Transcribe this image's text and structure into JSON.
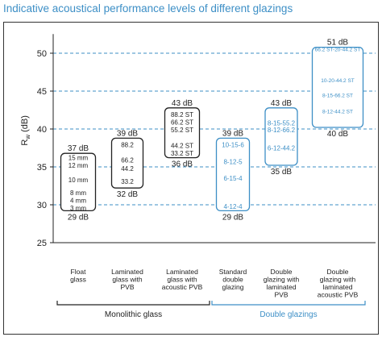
{
  "page": {
    "title": "Indicative acoustical performance levels of different glazings"
  },
  "chart_data": {
    "type": "range",
    "ylabel": "Rw (dB)",
    "ylabel_main": "R",
    "ylabel_sub": "w",
    "ylabel_unit": " (dB)",
    "ylim": [
      25,
      52
    ],
    "yticks": [
      25,
      30,
      35,
      40,
      45,
      50
    ],
    "grid_lines": [
      30,
      35,
      40,
      45,
      50
    ],
    "colors": {
      "monolithic": "#222222",
      "double": "#3d8fc6",
      "axis": "#222222"
    },
    "groups": [
      {
        "name": "Monolithic glass",
        "categories": [
          0,
          1,
          2
        ],
        "color": "monolithic"
      },
      {
        "name": "Double glazings",
        "categories": [
          3,
          4,
          5
        ],
        "color": "double"
      }
    ],
    "categories": [
      {
        "label": [
          "Float",
          "glass"
        ],
        "group": "monolithic",
        "min": 29,
        "max": 37,
        "min_label": "29 dB",
        "max_label": "37 dB",
        "items": [
          {
            "text": "15 mm",
            "value": 36.2
          },
          {
            "text": "12 mm",
            "value": 35.2
          },
          {
            "text": "10 mm",
            "value": 33.3
          },
          {
            "text": "8 mm",
            "value": 31.6
          },
          {
            "text": "4 mm",
            "value": 30.6
          },
          {
            "text": "3 mm",
            "value": 29.6
          }
        ]
      },
      {
        "label": [
          "Laminated",
          "glass with",
          "PVB"
        ],
        "group": "monolithic",
        "min": 32,
        "max": 39,
        "min_label": "32 dB",
        "max_label": "39 dB",
        "items": [
          {
            "text": "88.2",
            "value": 37.9
          },
          {
            "text": "66.2",
            "value": 35.9
          },
          {
            "text": "44.2",
            "value": 34.8
          },
          {
            "text": "33.2",
            "value": 33.1
          }
        ]
      },
      {
        "label": [
          "Laminated",
          "glass with",
          "acoustic PVB"
        ],
        "group": "monolithic",
        "min": 36,
        "max": 43,
        "min_label": "36 dB",
        "max_label": "43 dB",
        "items": [
          {
            "text": "88.2 ST",
            "value": 41.9
          },
          {
            "text": "66.2 ST",
            "value": 40.9
          },
          {
            "text": "55.2 ST",
            "value": 39.9
          },
          {
            "text": "44.2 ST",
            "value": 37.8
          },
          {
            "text": "33.2 ST",
            "value": 36.8
          }
        ]
      },
      {
        "label": [
          "Standard",
          "double",
          "glazing"
        ],
        "group": "double",
        "min": 29,
        "max": 39,
        "min_label": "29 dB",
        "max_label": "39 dB",
        "items": [
          {
            "text": "10-15-6",
            "value": 37.9
          },
          {
            "text": "8-12-5",
            "value": 35.7
          },
          {
            "text": "6-15-4",
            "value": 33.5
          },
          {
            "text": "4-12-4",
            "value": 29.8
          }
        ]
      },
      {
        "label": [
          "Double",
          "glazing with",
          "laminated",
          "PVB"
        ],
        "group": "double",
        "min": 35,
        "max": 43,
        "min_label": "35 dB",
        "max_label": "43 dB",
        "items": [
          {
            "text": "8-15-55.2",
            "value": 40.8
          },
          {
            "text": "8-12-66.2",
            "value": 39.9
          },
          {
            "text": "6-12-44.2",
            "value": 37.5
          }
        ]
      },
      {
        "label": [
          "Double",
          "glazing with",
          "laminated",
          "acoustic PVB"
        ],
        "group": "double",
        "min": 40,
        "max": 51,
        "min_label": "40 dB",
        "max_label": "51 dB",
        "items": [
          {
            "text": "66.2 ST-20-44.2 ST",
            "value": 50.6
          },
          {
            "text": "10-20-44.2 ST",
            "value": 46.5
          },
          {
            "text": "8-15-66.2 ST",
            "value": 44.5
          },
          {
            "text": "8-12-44.2 ST",
            "value": 42.4
          }
        ]
      }
    ]
  }
}
